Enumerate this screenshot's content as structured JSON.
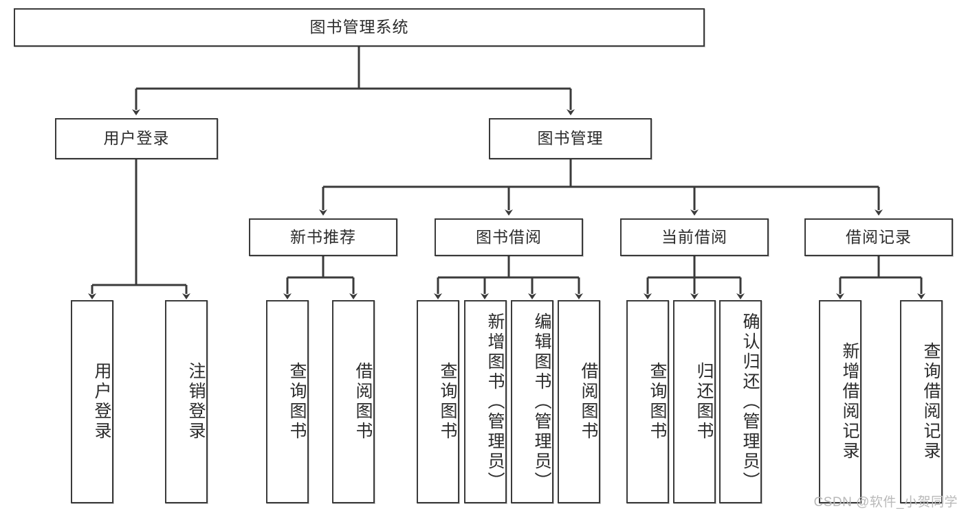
{
  "diagram": {
    "type": "tree-hierarchy-flowchart",
    "title": "图书管理系统",
    "watermark": "CSDN @软件_小贺同学",
    "colors": {
      "node_border": "#3a3a3a",
      "node_fill": "#ffffff",
      "edge": "#3a3a3a",
      "text": "#2b2b2b",
      "background": "#ffffff",
      "watermark": "#b9b9b9"
    },
    "levels": {
      "root": "图书管理系统",
      "level2": [
        "用户登录",
        "图书管理"
      ],
      "level3": [
        "新书推荐",
        "图书借阅",
        "当前借阅",
        "借阅记录"
      ]
    },
    "nodes": {
      "root": {
        "label": "图书管理系统",
        "orientation": "horizontal"
      },
      "user_login": {
        "label": "用户登录",
        "orientation": "horizontal"
      },
      "book_manage": {
        "label": "图书管理",
        "orientation": "horizontal"
      },
      "new_book_rec": {
        "label": "新书推荐",
        "orientation": "horizontal"
      },
      "book_borrow": {
        "label": "图书借阅",
        "orientation": "horizontal"
      },
      "current_borrow": {
        "label": "当前借阅",
        "orientation": "horizontal"
      },
      "borrow_record": {
        "label": "借阅记录",
        "orientation": "horizontal"
      },
      "leaf_user_login": {
        "label": "用户登录",
        "orientation": "vertical"
      },
      "leaf_logout": {
        "label": "注销登录",
        "orientation": "vertical"
      },
      "leaf_query_book_1": {
        "label": "查询图书",
        "orientation": "vertical"
      },
      "leaf_borrow_book_1": {
        "label": "借阅图书",
        "orientation": "vertical"
      },
      "leaf_query_book_2": {
        "label": "查询图书",
        "orientation": "vertical"
      },
      "leaf_add_book": {
        "label": "新增图书（管理员）",
        "orientation": "vertical"
      },
      "leaf_edit_book": {
        "label": "编辑图书（管理员）",
        "orientation": "vertical"
      },
      "leaf_borrow_book_2": {
        "label": "借阅图书",
        "orientation": "vertical"
      },
      "leaf_query_book_3": {
        "label": "查询图书",
        "orientation": "vertical"
      },
      "leaf_return_book": {
        "label": "归还图书",
        "orientation": "vertical"
      },
      "leaf_confirm_return": {
        "label": "确认归还（管理员）",
        "orientation": "vertical"
      },
      "leaf_add_record": {
        "label": "新增借阅记录",
        "orientation": "vertical"
      },
      "leaf_query_record": {
        "label": "查询借阅记录",
        "orientation": "vertical"
      }
    },
    "edges": [
      {
        "from": "图书管理系统",
        "to": "用户登录"
      },
      {
        "from": "图书管理系统",
        "to": "图书管理"
      },
      {
        "from": "用户登录",
        "to": "用户登录"
      },
      {
        "from": "用户登录",
        "to": "注销登录"
      },
      {
        "from": "图书管理",
        "to": "新书推荐"
      },
      {
        "from": "图书管理",
        "to": "图书借阅"
      },
      {
        "from": "图书管理",
        "to": "当前借阅"
      },
      {
        "from": "图书管理",
        "to": "借阅记录"
      },
      {
        "from": "新书推荐",
        "to": "查询图书"
      },
      {
        "from": "新书推荐",
        "to": "借阅图书"
      },
      {
        "from": "图书借阅",
        "to": "查询图书"
      },
      {
        "from": "图书借阅",
        "to": "新增图书（管理员）"
      },
      {
        "from": "图书借阅",
        "to": "编辑图书（管理员）"
      },
      {
        "from": "图书借阅",
        "to": "借阅图书"
      },
      {
        "from": "当前借阅",
        "to": "查询图书"
      },
      {
        "from": "当前借阅",
        "to": "归还图书"
      },
      {
        "from": "当前借阅",
        "to": "确认归还（管理员）"
      },
      {
        "from": "借阅记录",
        "to": "新增借阅记录"
      },
      {
        "from": "借阅记录",
        "to": "查询借阅记录"
      }
    ]
  }
}
